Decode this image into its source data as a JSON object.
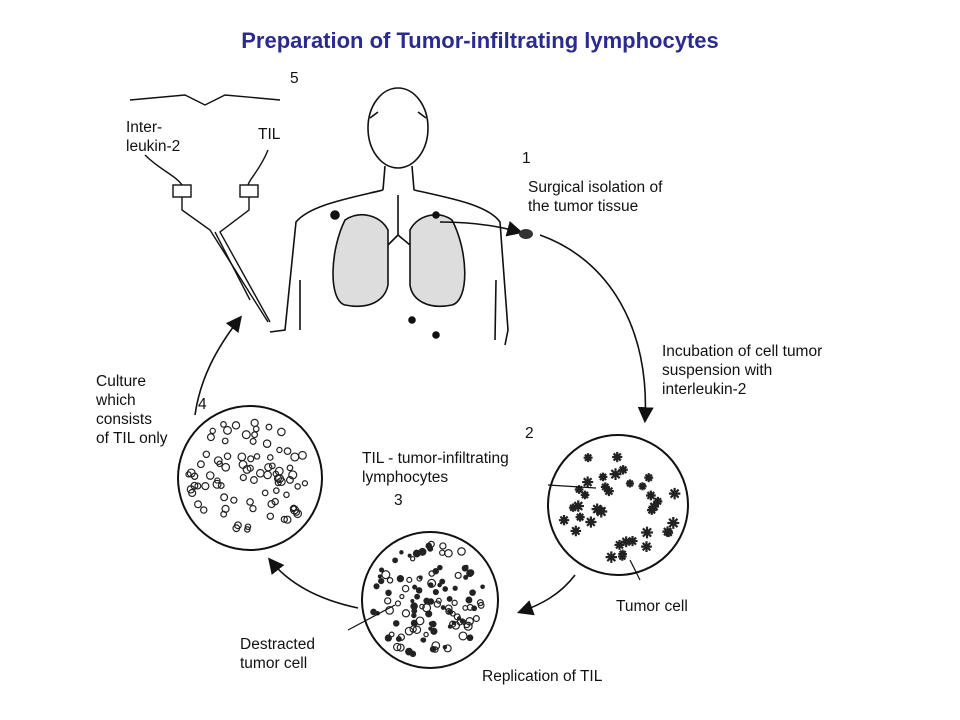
{
  "title": "Preparation of Tumor-infiltrating lymphocytes",
  "steps": {
    "s1_num": "1",
    "s1_text": [
      "Surgical isolation of",
      "the tumor tissue"
    ],
    "s2_num": "2",
    "s2_text": [
      "Incubation of cell tumor",
      "suspension with",
      "interleukin-2"
    ],
    "s3_num": "3",
    "s3_text": [
      "TIL - tumor-infiltrating",
      "lymphocytes"
    ],
    "s4_num": "4",
    "s4_text": [
      "Culture",
      "which",
      "consists",
      "of TIL only"
    ],
    "s5_num": "5"
  },
  "labels": {
    "interleukin": [
      "Inter-",
      "leukin-2"
    ],
    "til": "TIL",
    "tumor_cell": "Tumor cell",
    "replication": "Replication of TIL",
    "destracted": [
      "Destracted",
      "tumor cell"
    ]
  }
}
